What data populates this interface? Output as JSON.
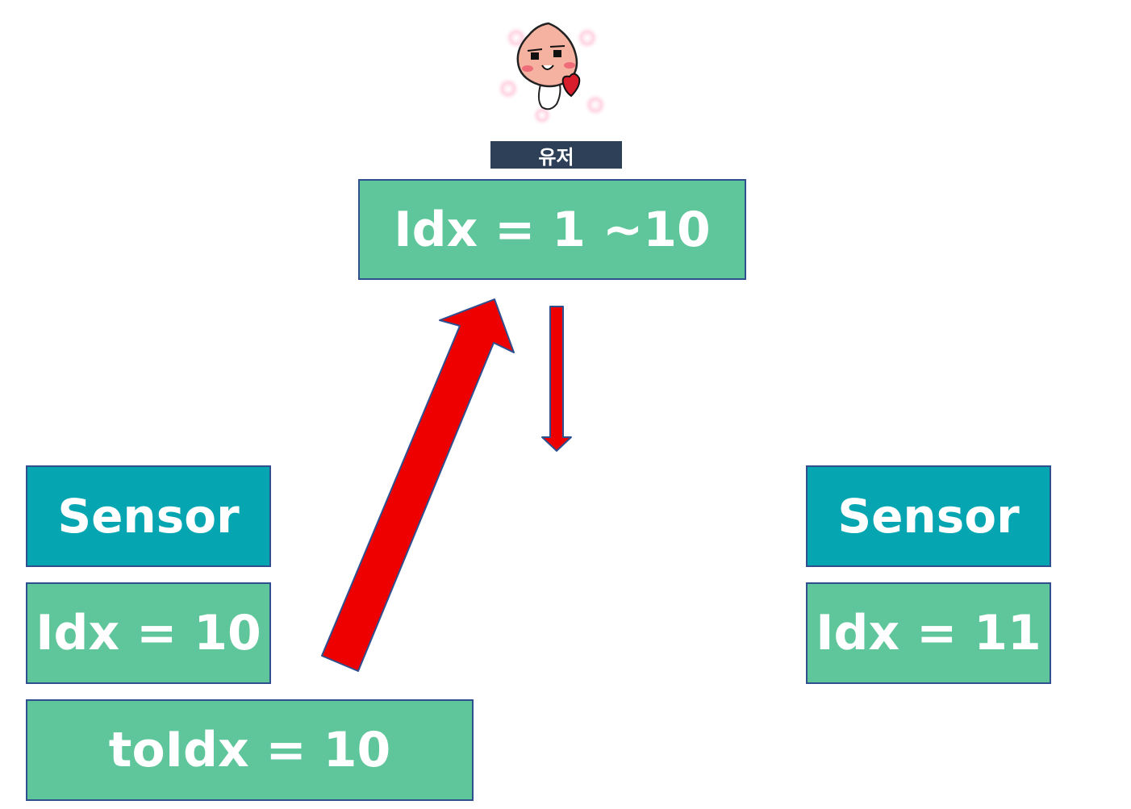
{
  "user": {
    "label": "유저",
    "range_label": "Idx = 1 ~10",
    "icon": "peach-character-holding-heart"
  },
  "left_node": {
    "sensor_label": "Sensor",
    "idx_label": "Idx = 10",
    "to_idx_label": "toIdx = 10"
  },
  "right_node": {
    "sensor_label": "Sensor",
    "idx_label": "Idx = 11"
  },
  "colors": {
    "box_green": "#5ec69a",
    "sensor_teal": "#05a5b1",
    "arrow_red": "#ee0000",
    "tag_navy": "#2e4057"
  }
}
